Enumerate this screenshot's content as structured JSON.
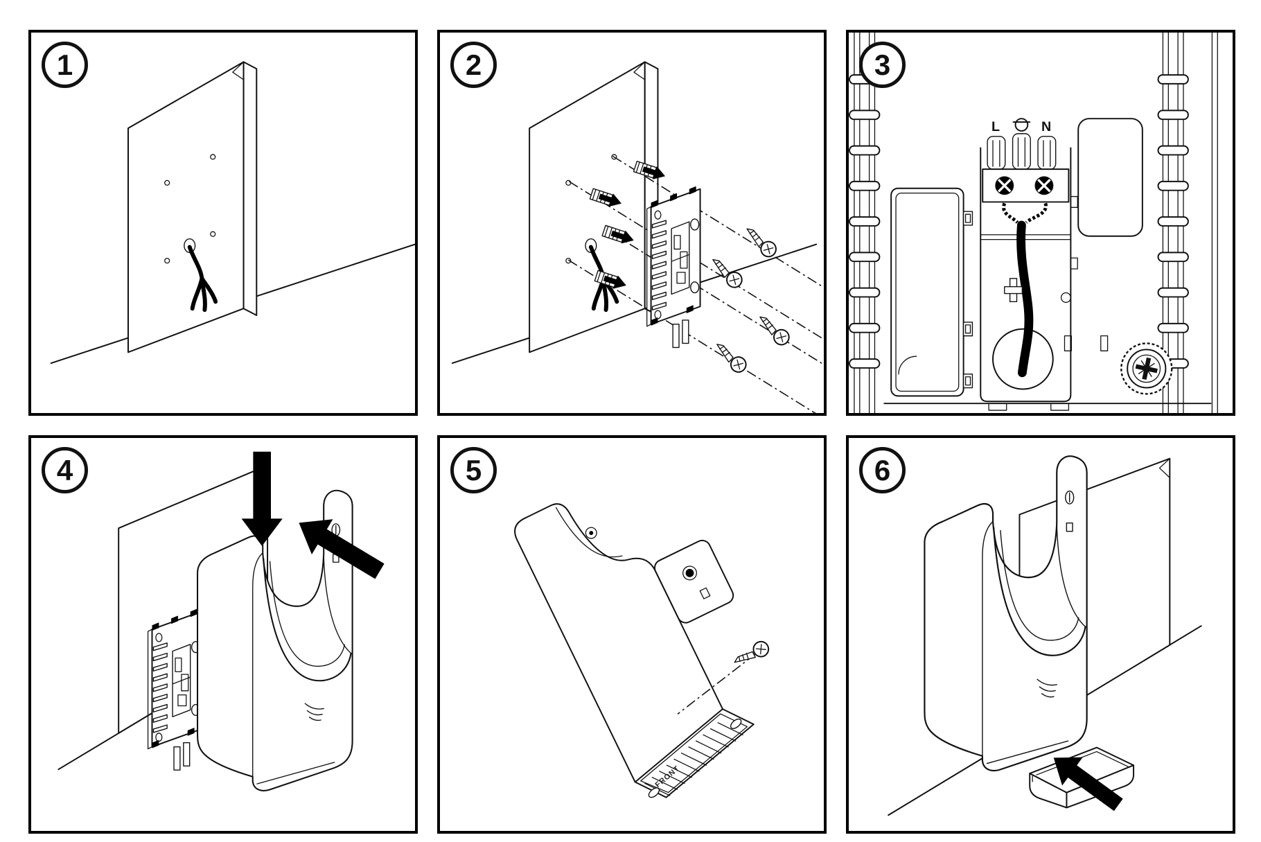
{
  "colors": {
    "background": "#ffffff",
    "line": "#111111",
    "arrow": "#000000",
    "panel_border": "#000000"
  },
  "panels": [
    {
      "step": "1"
    },
    {
      "step": "2"
    },
    {
      "step": "3"
    },
    {
      "step": "4"
    },
    {
      "step": "5"
    },
    {
      "step": "6"
    }
  ],
  "panel3": {
    "terminal_live_label": "L",
    "terminal_neutral_label": "N"
  },
  "panel5": {
    "bottom_plate_label": "FRONT"
  }
}
